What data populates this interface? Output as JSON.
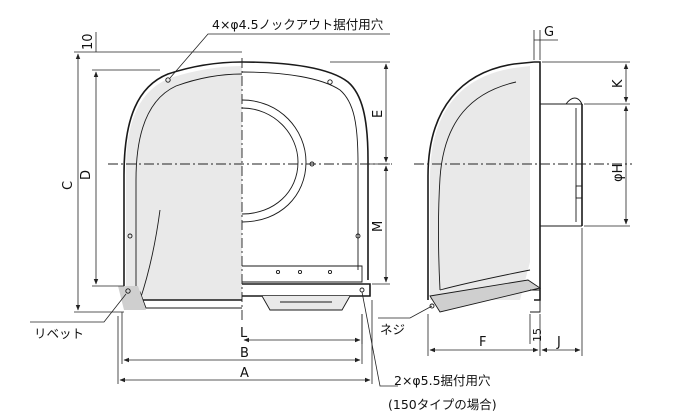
{
  "labels": {
    "note_knockout": "4×φ4.5ノックアウト据付用穴",
    "note_mount": "2×φ5.5据付用穴",
    "note_mount_sub": "(150タイプの場合)",
    "rivet": "リベット",
    "screw": "ネジ",
    "dim_10": "10",
    "dim_C": "C",
    "dim_D": "D",
    "dim_E": "E",
    "dim_M": "M",
    "dim_L": "L",
    "dim_B": "B",
    "dim_A": "A",
    "dim_G": "G",
    "dim_K": "K",
    "dim_H": "φH",
    "dim_F": "F",
    "dim_J": "J",
    "dim_15": "15"
  },
  "colors": {
    "line": "#1a1a1a",
    "shade": "#e9e9e9"
  }
}
